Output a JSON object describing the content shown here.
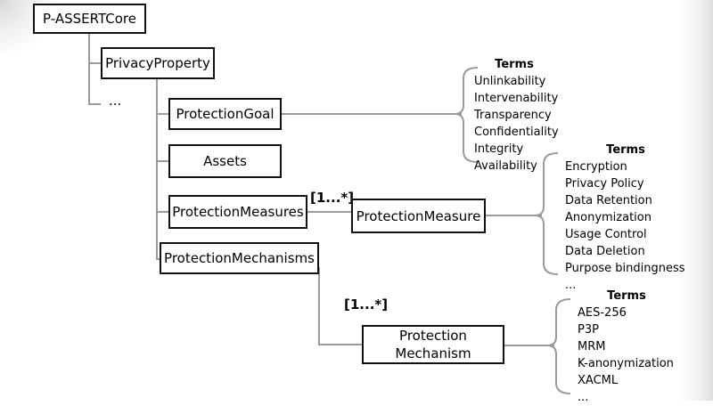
{
  "nodes": {
    "root": "P-ASSERTCore",
    "privacy_property": "PrivacyProperty",
    "ellipsis": "...",
    "protection_goal": "ProtectionGoal",
    "assets": "Assets",
    "protection_measures": "ProtectionMeasures",
    "protection_mechanisms": "ProtectionMechanisms",
    "protection_measure": "ProtectionMeasure",
    "protection_mechanism_line1": "Protection",
    "protection_mechanism_line2": "Mechanism"
  },
  "multiplicities": {
    "measures": "[1...*]",
    "mechanisms": "[1...*]"
  },
  "term_groups": {
    "goal": {
      "header": "Terms",
      "items": [
        "Unlinkability",
        "Intervenability",
        "Transparency",
        "Confidentiality",
        "Integrity",
        "Availability"
      ]
    },
    "measure": {
      "header": "Terms",
      "items": [
        "Encryption",
        "Privacy Policy",
        "Data Retention",
        "Anonymization",
        "Usage Control",
        "Data Deletion",
        "Purpose bindingness",
        "..."
      ]
    },
    "mechanism": {
      "header": "Terms",
      "items": [
        "AES-256",
        "P3P",
        "MRM",
        "K-anonymization",
        "XACML",
        "..."
      ]
    }
  }
}
